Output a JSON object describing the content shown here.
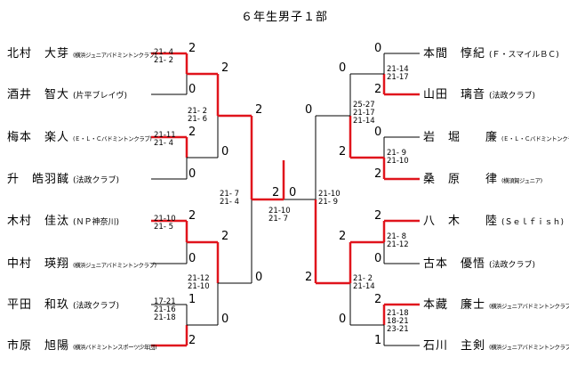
{
  "title": "６年生男子１部",
  "colors": {
    "win": "#e0141c",
    "line": "#000000"
  },
  "left_players": [
    {
      "name": "北村　大芽",
      "club": "(横浜ジュニアバドミントンクラブ)"
    },
    {
      "name": "酒井　智大",
      "club": "(片平ブレイヴ)"
    },
    {
      "name": "梅本　楽人",
      "club": "(Ｅ・Ｌ・Ｃバドミントンクラブ)"
    },
    {
      "name": "升　皓羽馘",
      "club": "(法政クラブ)"
    },
    {
      "name": "木村　佳汰",
      "club": "(ＮＰ神奈川)"
    },
    {
      "name": "中村　瑛翔",
      "club": "(横浜ジュニアバドミントンクラブ)"
    },
    {
      "name": "平田　和玖",
      "club": "(法政クラブ)"
    },
    {
      "name": "市原　旭陽",
      "club": "(横浜バドミントンスポーツ少年団)"
    }
  ],
  "right_players": [
    {
      "name": "本間　惇紀",
      "club": "(Ｆ・スマイルＢＣ)"
    },
    {
      "name": "山田　璃音",
      "club": "(法政クラブ)"
    },
    {
      "name": "岩　堀　　廉",
      "club": "(Ｅ・Ｌ・Ｃバドミントンクラブ)"
    },
    {
      "name": "桑　原　　律",
      "club": "(横須賀ジュニア)"
    },
    {
      "name": "八　木　　陸",
      "club": "(Ｓｅｌｆｉｓｈ)"
    },
    {
      "name": "古本　優悟",
      "club": "(法政クラブ)"
    },
    {
      "name": "本藏　廉士",
      "club": "(横浜ジュニアバドミントンクラブ)"
    },
    {
      "name": "石川　主剣",
      "club": "(横浜ジュニアバドミントンクラブ)"
    }
  ],
  "rounds": {
    "L1": [
      {
        "top": "2",
        "bottom": "0",
        "score": "21- 4\n21- 2"
      },
      {
        "top": "2",
        "bottom": "0",
        "score": "21-11\n21- 4"
      },
      {
        "top": "2",
        "bottom": "0",
        "score": "21-10\n21- 5"
      },
      {
        "top": "1",
        "bottom": "2",
        "score": "17-21\n21-16\n21-18"
      }
    ],
    "L2": [
      {
        "top": "2",
        "bottom": "0",
        "score": "21- 2\n21- 6"
      },
      {
        "top": "2",
        "bottom": "0",
        "score": "21-12\n21-10"
      }
    ],
    "L3": [
      {
        "top": "2",
        "bottom": "0",
        "score": "21- 7\n21- 4"
      }
    ],
    "final": {
      "left": "2",
      "right": "0",
      "score": "21-10\n21- 7"
    },
    "R3": [
      {
        "top": "0",
        "bottom": "2",
        "score": "21-10\n21- 9"
      }
    ],
    "R2": [
      {
        "top": "0",
        "bottom": "2",
        "score": "25-27\n21-17\n21-14"
      },
      {
        "top": "2",
        "bottom": "0",
        "score": "21- 2\n21-14"
      }
    ],
    "R1": [
      {
        "top": "0",
        "bottom": "2",
        "score": "21-14\n21-17"
      },
      {
        "top": "0",
        "bottom": "2",
        "score": "21- 9\n21-10"
      },
      {
        "top": "2",
        "bottom": "0",
        "score": "21- 8\n21-12"
      },
      {
        "top": "2",
        "bottom": "1",
        "score": "21-18\n18-21\n23-21"
      }
    ]
  }
}
